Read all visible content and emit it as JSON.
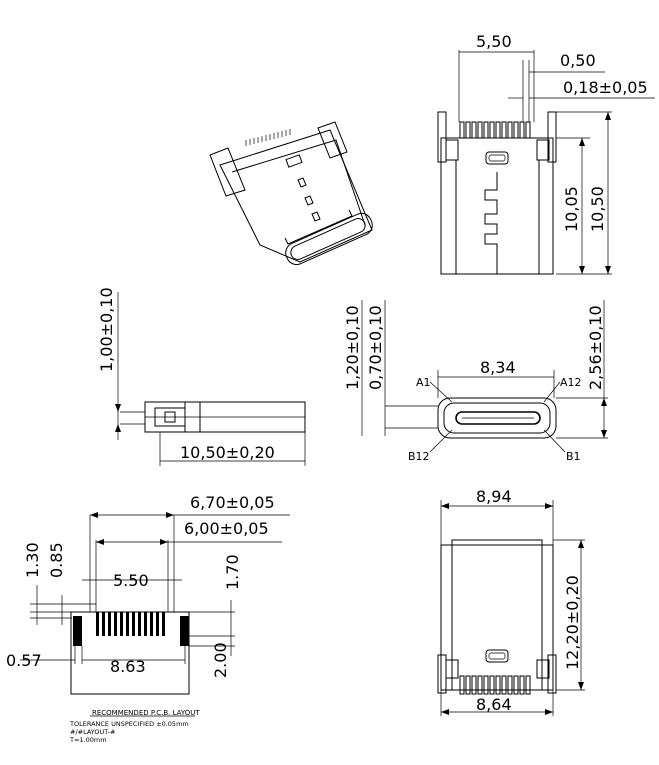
{
  "top_view": {
    "width_label": "5,50",
    "pitch_label": "0,50",
    "pin_width_label": "0,18±0,05",
    "height_label": "10,05",
    "overall_height_label": "10,50"
  },
  "side_view": {
    "thickness_label": "1,00±0,10",
    "length_label": "10,50±0,20"
  },
  "front_view": {
    "height1_label": "1,20±0,10",
    "height2_label": "0,70±0,10",
    "overall_height_label": "2,56±0,10",
    "width_label": "8,34",
    "pin_a1": "A1",
    "pin_a12": "A12",
    "pin_b12": "B12",
    "pin_b1": "B1"
  },
  "pcb_layout": {
    "outer_width_label": "6,70±0,05",
    "inner_width_label": "6,00±0,05",
    "dim_130": "1.30",
    "dim_085": "0.85",
    "dim_550": "5.50",
    "dim_170": "1.70",
    "dim_057": "0.57",
    "dim_863": "8.63",
    "dim_200": "2.00",
    "note_title": "RECOMMENDED  P.C.B. LAYOUT",
    "note_tolerance": "TOLERANCE UNSPECIFIED ±0.05mm",
    "note_line3": "#/#LAYOUT-#",
    "note_line4": "T=1.00mm"
  },
  "bottom_view": {
    "width_top_label": "8,94",
    "width_bottom_label": "8,64",
    "height_label": "12,20±0,20"
  }
}
